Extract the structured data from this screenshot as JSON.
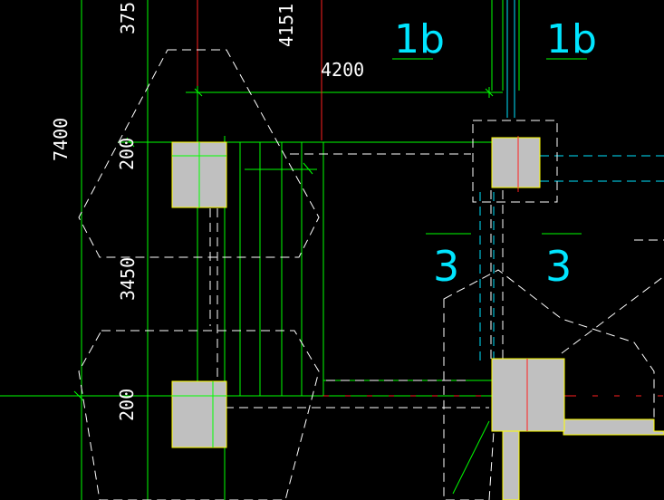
{
  "drawing": {
    "background": "#000000",
    "colors": {
      "axis": "#ff2020",
      "dimension_line": "#00ff00",
      "column_fill": "#c0c0c0",
      "column_outline": "#ffff00",
      "hidden_line": "#ffffff",
      "label": "#00e5ff",
      "beam_dash": "#00e5ff"
    },
    "dimensions": {
      "d375": "375",
      "d4151": "4151",
      "d4200": "4200",
      "d7400": "7400",
      "d200_top": "200",
      "d3450": "3450",
      "d200_bottom": "200"
    },
    "labels": {
      "section_1b_left": "1b",
      "section_1b_right": "1b",
      "section_3_left": "3",
      "section_3_right": "3"
    }
  }
}
